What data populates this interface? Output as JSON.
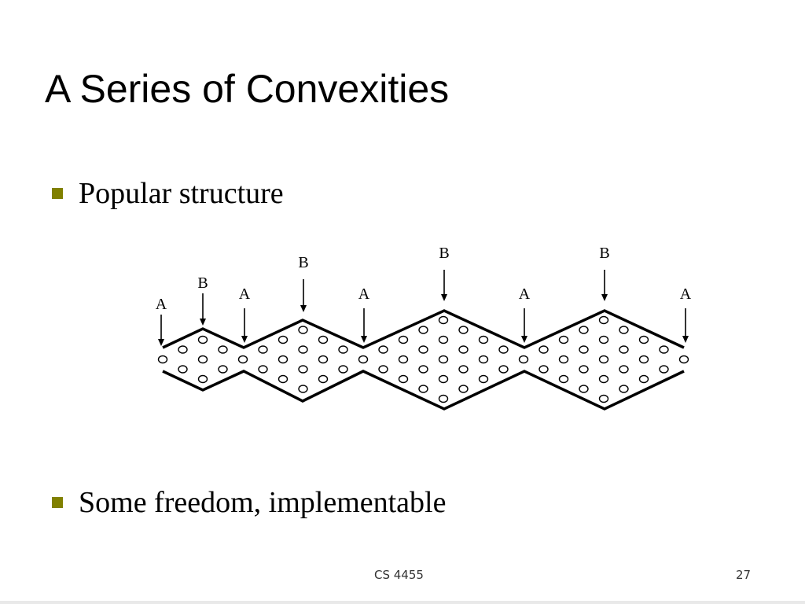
{
  "slide": {
    "title": "A Series of Convexities",
    "bullets": [
      "Popular structure",
      "Some freedom, implementable"
    ],
    "bullet_color": "#808000",
    "footer_center": "CS 4455",
    "footer_page": "27"
  },
  "diagram": {
    "labels": [
      "A",
      "B",
      "A",
      "B",
      "A",
      "B",
      "A",
      "B",
      "A"
    ]
  }
}
